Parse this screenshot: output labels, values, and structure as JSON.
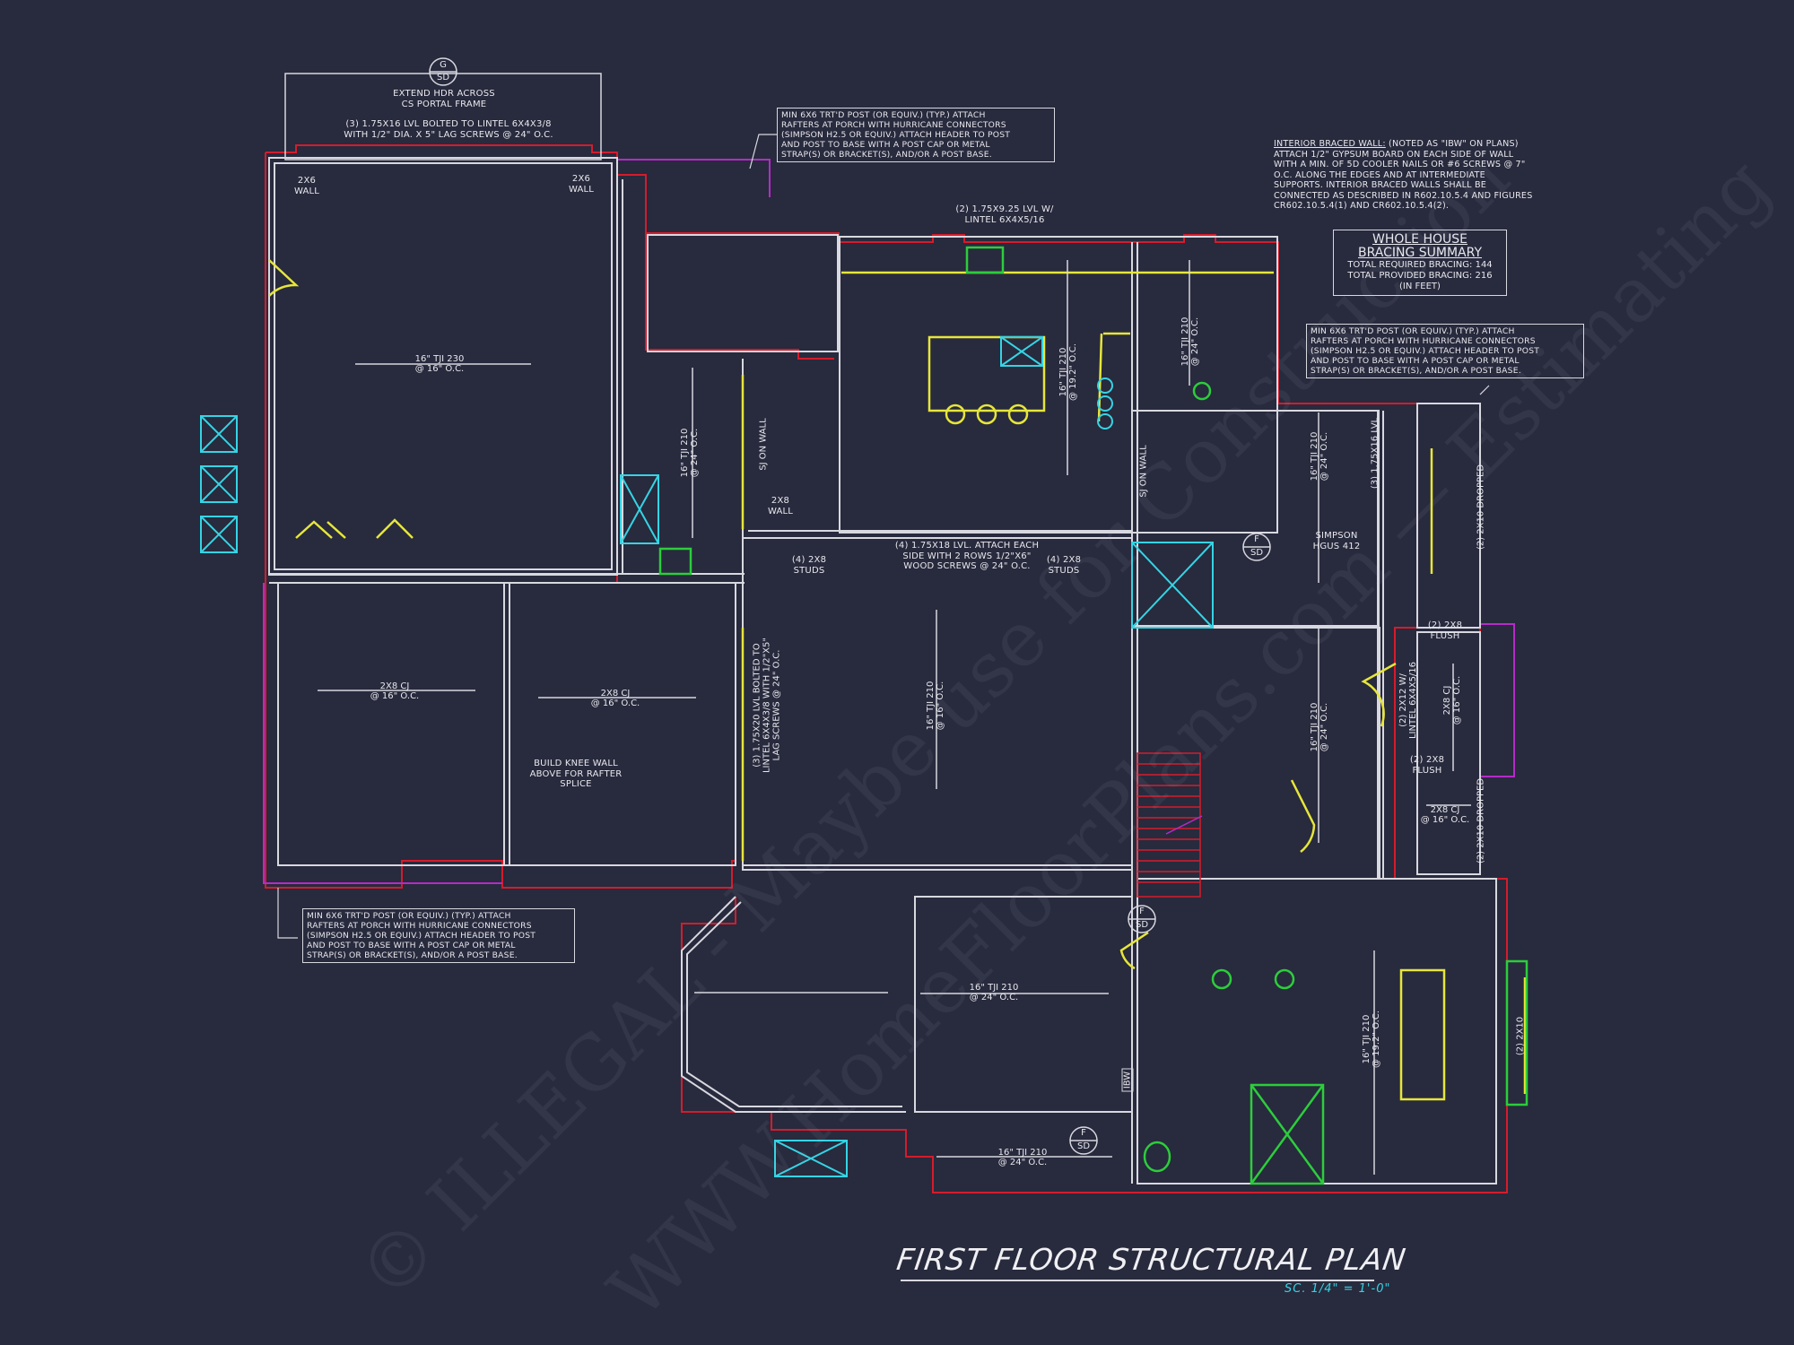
{
  "drawing": {
    "title": "FIRST FLOOR STRUCTURAL PLAN",
    "scale": "SC. 1/4\" = 1'-0\"",
    "background_color": "#282a3d",
    "colors": {
      "walls": "#d8d8e0",
      "exterior_outline": "#d41c2c",
      "beams_headers": "#e6e63a",
      "fixtures_cyan": "#35d4e4",
      "fixtures_green": "#2ccd3c",
      "porch_outline": "#b42cc8",
      "scale_text": "#35d4e4"
    }
  },
  "watermark": {
    "line1": "© ILLEGAL - Maybe use for Construction",
    "line2": "WWW.HomeFloorPlans.com — Estimating"
  },
  "callouts": {
    "portal_frame_tag": {
      "top": "G",
      "bottom": "SD"
    },
    "portal_frame_note": "EXTEND HDR ACROSS\nCS PORTAL FRAME",
    "top_lvl_note": "(3) 1.75x16 LVL BOLTED TO LINTEL 6x4x3/8\nWITH 1/2\" DIA. x 5\" LAG SCREWS @ 24\" O.C.",
    "wall_2x6_left": "2x6\nWALL",
    "wall_2x6_right": "2x6\nWALL",
    "porch_note_top": "MIN 6x6 TRT'D POST (OR EQUIV.) (TYP.) ATTACH\nRAFTERS AT PORCH WITH HURRICANE CONNECTORS\n(SIMPSON H2.5 OR EQUIV.) ATTACH HEADER TO POST\nAND POST TO BASE WITH A POST CAP OR METAL\nSTRAP(S) OR BRACKET(S), AND/OR A POST BASE.",
    "porch_note_right": "MIN 6x6 TRT'D POST (OR EQUIV.) (TYP.) ATTACH\nRAFTERS AT PORCH WITH HURRICANE CONNECTORS\n(SIMPSON H2.5 OR EQUIV.) ATTACH HEADER TO POST\nAND POST TO BASE WITH A POST CAP OR METAL\nSTRAP(S) OR BRACKET(S), AND/OR A POST BASE.",
    "porch_note_bottom": "MIN 6x6 TRT'D POST (OR EQUIV.) (TYP.) ATTACH\nRAFTERS AT PORCH WITH HURRICANE CONNECTORS\n(SIMPSON H2.5 OR EQUIV.) ATTACH HEADER TO POST\nAND POST TO BASE WITH A POST CAP OR METAL\nSTRAP(S) OR BRACKET(S), AND/OR A POST BASE.",
    "ibw_heading": "INTERIOR BRACED WALL:",
    "ibw_body": " (NOTED AS \"IBW\" ON PLANS)\nATTACH 1/2\" GYPSUM BOARD ON EACH SIDE OF WALL\nWITH A MIN. OF 5d COOLER NAILS OR #6 SCREWS @ 7\"\nO.C. ALONG THE EDGES AND AT INTERMEDIATE\nSUPPORTS. INTERIOR BRACED WALLS SHALL BE\nCONNECTED AS DESCRIBED IN R602.10.5.4 AND FIGURES\nCR602.10.5.4(1) AND CR602.10.5.4(2).",
    "kitchen_lvl": "(2) 1.75x9.25 LVL w/\nLINTEL 6x4x5/16",
    "center_beam": "(4) 1.75x18 LVL. ATTACH EACH\nSIDE WITH 2 ROWS 1/2\"x6\"\nWOOD SCREWS @ 24\" O.C.",
    "studs_left": "(4) 2x8\nSTUDS",
    "studs_right": "(4) 2x8\nSTUDS",
    "sj_on_wall_1": "SJ ON WALL",
    "sj_on_wall_2": "SJ ON WALL",
    "wall_2x8": "2x8\nWALL",
    "knee_wall": "BUILD KNEE WALL\nABOVE FOR RAFTER\nSPLICE",
    "center_lvl_vertical": "(3) 1.75x20 LVL BOLTED TO\nLINTEL 6x4x3/8 WITH 1/2\"x5\"\nLAG SCREWS @ 24\" O.C.",
    "simpson": "SIMPSON\nHGUS 412",
    "lvl_3_175x16": "(3) 1.75x16 LVL",
    "dropped_upper": "(2) 2x10 DROPPED",
    "dropped_lower": "(2) 2x10 DROPPED",
    "flush_upper": "(2) 2x8\nFLUSH",
    "flush_lower": "(2) 2x8\nFLUSH",
    "lintel_2x12": "(2) 2x12 w/\nLINTEL 6x4x5/16",
    "bay_2x10": "(2) 2x10",
    "ibw_tag": "IBW"
  },
  "span_labels": {
    "garage": "16\" TJI 230\n@ 16\" O.C.",
    "cj_left": "2x8 CJ\n@ 16\" O.C.",
    "cj_mid": "2x8 CJ\n@ 16\" O.C.",
    "hall_tji": "16\" TJI 210\n@ 24\" O.C.",
    "kitchen_tji": "16\" TJI 210\n@ 19.2\" O.C.",
    "nook_tji": "16\" TJI 210\n@ 24\" O.C.",
    "family_tji": "16\" TJI 210\n@ 16\" O.C.",
    "bed_tji": "16\" TJI 210\n@ 24\" O.C.",
    "hall2_tji": "16\" TJI 210\n@ 24\" O.C.",
    "cj_right_upper": "2x8 CJ\n@ 16\" O.C.",
    "cj_right_lower": "2x8 CJ\n@ 16\" O.C.",
    "dining_tji": "16\" TJI 210\n@ 24\" O.C.",
    "dining_lower_tji": "16\" TJI 210\n@ 24\" O.C.",
    "master_tji": "16\" TJI 210\n@ 19.2\" O.C."
  },
  "section_tags": [
    {
      "top": "F",
      "bottom": "SD"
    },
    {
      "top": "F",
      "bottom": "SD"
    },
    {
      "top": "F",
      "bottom": "SD"
    }
  ],
  "bracing_summary": {
    "heading_line1": "WHOLE HOUSE",
    "heading_line2": "BRACING SUMMARY",
    "required_label": "TOTAL REQUIRED BRACING:",
    "required_value": "144",
    "provided_label": "TOTAL PROVIDED BRACING:",
    "provided_value": "216",
    "units": "(IN FEET)"
  }
}
